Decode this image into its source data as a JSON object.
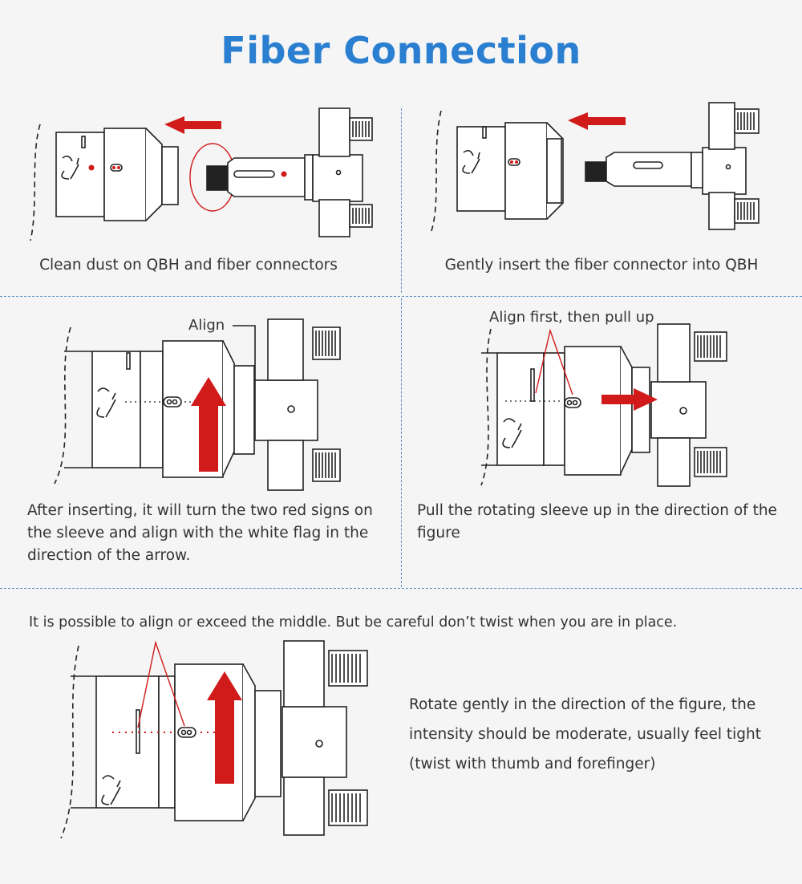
{
  "title": "Fiber Connection",
  "colors": {
    "accent": "#2a7fd0",
    "arrow": "#d11a1a",
    "divider": "#5b8fc9"
  },
  "steps": [
    {
      "caption": "Clean dust on QBH and fiber connectors"
    },
    {
      "caption": "Gently insert the fiber connector into QBH"
    },
    {
      "caption": "After inserting, it will turn the two red signs on the sleeve and align with the white flag in the direction of the arrow.",
      "label": "Align"
    },
    {
      "caption": "Pull the rotating sleeve up in the direction of the figure",
      "label": "Align first, then pull up"
    }
  ],
  "final": {
    "note": "It is possible to align or exceed the middle. But be careful don’t twist when you are in place.",
    "caption": "Rotate gently in the direction of the figure, the intensity should be moderate, usually feel tight (twist with thumb and forefinger)"
  }
}
